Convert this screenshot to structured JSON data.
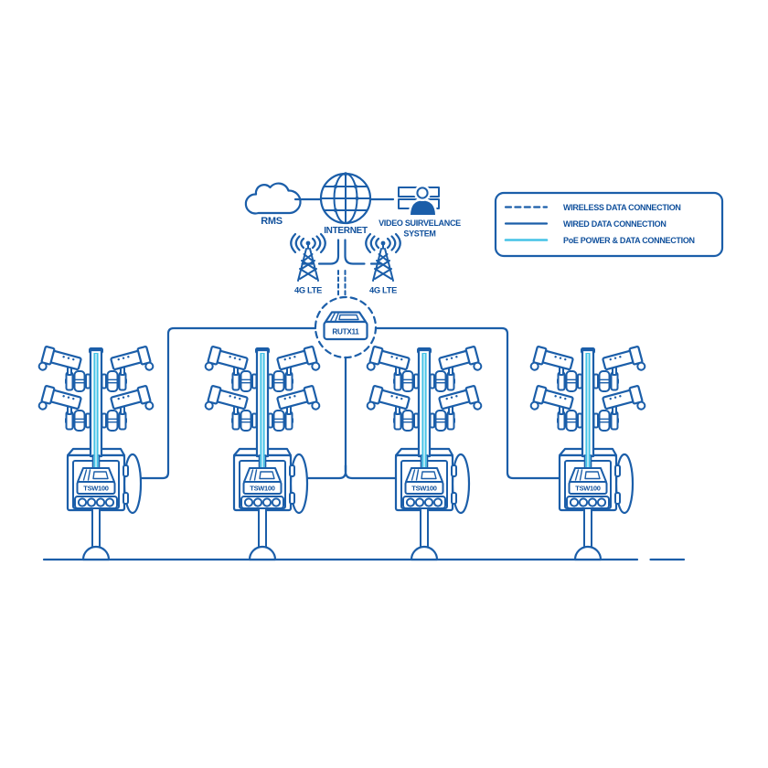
{
  "colors": {
    "line_blue": "#1b5ea9",
    "text_blue": "#10509c",
    "poe_cyan": "#45c3e6",
    "background": "#ffffff"
  },
  "nodes": {
    "rms": {
      "label": "RMS",
      "icon": "cloud-icon"
    },
    "internet": {
      "label": "INTERNET",
      "icon": "globe-icon"
    },
    "video_system": {
      "label_line1": "VIDEO SUIRVELANCE",
      "label_line2": "SYSTEM",
      "icon": "video-wall-person-icon"
    },
    "lte_left": {
      "label": "4G LTE",
      "icon": "cell-tower-icon"
    },
    "lte_right": {
      "label": "4G LTE",
      "icon": "cell-tower-icon"
    },
    "router": {
      "label": "RUTX11",
      "icon": "router-icon"
    }
  },
  "legend": {
    "items": [
      {
        "label": "WIRELESS DATA CONNECTION",
        "line_style": "dashed",
        "line_color": "#1b5ea9"
      },
      {
        "label": "WIRED DATA CONNECTION",
        "line_style": "solid",
        "line_color": "#1b5ea9"
      },
      {
        "label": "PoE POWER & DATA CONNECTION",
        "line_style": "solid",
        "line_color": "#45c3e6"
      }
    ]
  },
  "poles": [
    {
      "switch_label": "TSW100",
      "camera_count": 4
    },
    {
      "switch_label": "TSW100",
      "camera_count": 4
    },
    {
      "switch_label": "TSW100",
      "camera_count": 4
    },
    {
      "switch_label": "TSW100",
      "camera_count": 4
    }
  ],
  "connections": [
    {
      "from": "RMS",
      "to": "INTERNET",
      "type": "wired"
    },
    {
      "from": "INTERNET",
      "to": "VIDEO SUIRVELANCE SYSTEM",
      "type": "wired"
    },
    {
      "from": "INTERNET",
      "to": "RUTX11",
      "type": "wireless",
      "via": "4G LTE"
    },
    {
      "from": "RUTX11",
      "to": "TSW100 pole 1",
      "type": "wired"
    },
    {
      "from": "RUTX11",
      "to": "TSW100 pole 2",
      "type": "wired"
    },
    {
      "from": "RUTX11",
      "to": "TSW100 pole 3",
      "type": "wired"
    },
    {
      "from": "RUTX11",
      "to": "TSW100 pole 4",
      "type": "wired"
    },
    {
      "from": "TSW100",
      "to": "CCTV cameras",
      "type": "poe_power_and_data"
    }
  ]
}
